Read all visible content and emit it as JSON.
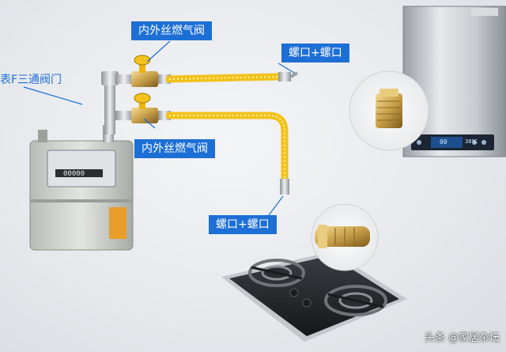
{
  "labels": {
    "valve_top": "内外丝燃气阀",
    "valve_bottom": "内外丝燃气阀",
    "meter_tee": "气表F三通阀门",
    "thread_top": "螺口+螺口",
    "thread_bottom": "螺口+螺口"
  },
  "heater_panel": {
    "lcd_text": "00",
    "status_text": "38℃"
  },
  "meter_counter": "00000",
  "watermark": "头条 @家居杂坛",
  "colors": {
    "label_bg": "#1d6fd6",
    "hose": "#f2c21b",
    "valve_handle": "#f0b400",
    "pipe": "#c9ccd1",
    "brass": "#c9a04a"
  }
}
